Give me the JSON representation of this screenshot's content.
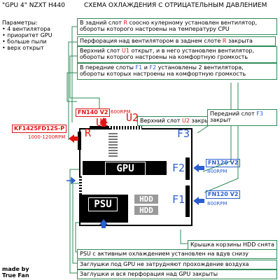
{
  "header": {
    "model": "\"GPU 4\" NZXT H440",
    "scheme_title": "СХЕМА ОХЛАЖДЕНИЯ С ОТРИЦАТЕЛЬНЫМ ДАВЛЕНИЕМ"
  },
  "params": {
    "title": "Параметры:",
    "items": [
      "4 вентилятора",
      "приоритет GPU",
      "больше пыли",
      "верх открыт"
    ]
  },
  "notes": {
    "rear_a": "В задний слот ",
    "rear_slot": "R",
    "rear_b": " соосно кулерному установлен вентилятор,",
    "rear_line2": "обороты которого настроены на температуру CPU",
    "perf_a": "Перфорация над вентилятором в заднем слоте ",
    "perf_slot": "R",
    "perf_b": " закрыта",
    "top_a": "Верхний слот ",
    "top_slot": "U1",
    "top_b": " открыт, и в него установлен вентилятор,",
    "top_line2": "обороты которого настроены на комфортную громкость",
    "front_a": "В передние слоты ",
    "front_slot1": "F1",
    "front_and": " и ",
    "front_slot2": "F2",
    "front_b": " установлены 2 вентилятора,",
    "front_line2": "обороты которых настроены на комфортную громкость",
    "top2_a": "Верхний слот ",
    "top2_slot": "U2",
    "top2_b": " закрыт",
    "front3_a": "Передний слот ",
    "front3_slot": "F3",
    "front3_line2": "закрыт",
    "hdd_cage": "Крышка корзины HDD снята",
    "psu": "PSU с активным охлаждением установлен на вдув снизу",
    "gpu_plugs": "Заглушки под GPU не затрудняют прохождение воздуха",
    "gpu_perf": "Заглушки и вся перфорация над GPU закрыты"
  },
  "fans": {
    "top": {
      "label": "FN140 V2",
      "rpm": "600RPM"
    },
    "rear": {
      "label": "KF1425FD12S-P",
      "rpm": "1000-1200RPM"
    },
    "front2": {
      "label": "FN120 V2",
      "rpm": "800RPM"
    },
    "front1": {
      "label": "FN120 V2",
      "rpm": "800RPM"
    }
  },
  "case": {
    "slot_u1": "U1",
    "slot_u2": "U2",
    "slot_r": "R",
    "slot_f1": "F1",
    "slot_f2": "F2",
    "slot_f3": "F3",
    "gpu": "GPU",
    "psu": "PSU",
    "hdd": "HDD"
  },
  "credit": {
    "line1": "made by",
    "line2": "True Fan"
  },
  "colors": {
    "red": "#e01414",
    "blue": "#2b5fd0",
    "note_border": "#2e8b57"
  }
}
